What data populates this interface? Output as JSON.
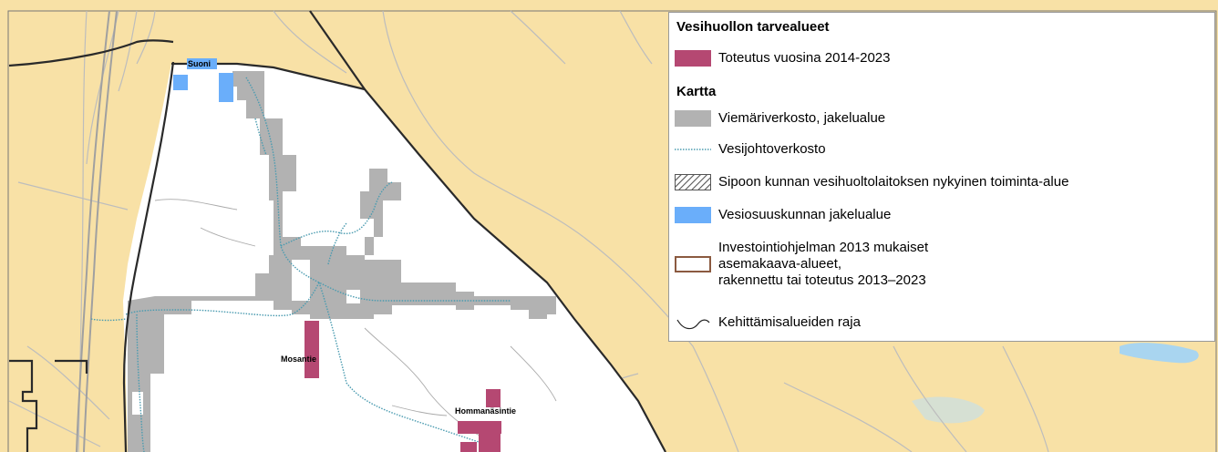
{
  "map": {
    "place_labels": {
      "suoni": "Suoni",
      "mosantie": "Mosantie",
      "hommanasintie": "Hommanäsintie"
    },
    "colors": {
      "background": "#f8e1a6",
      "development_area": "#ffffff",
      "sewer_network": "#b2b2b2",
      "water_network": "#4a9bb0",
      "cooperative_area": "#6aaefa",
      "implementation_2014_2023": "#b54872",
      "boundary": "#2a2a2a",
      "water_body": "#a9d5f0",
      "road": "#bdbdbd"
    }
  },
  "legend": {
    "title": "Vesihuollon tarvealueet",
    "items_need": [
      {
        "label": "Toteutus vuosina 2014-2023",
        "icon": "maroon-fill-swatch"
      }
    ],
    "map_title": "Kartta",
    "items_map": [
      {
        "label": "Viemäriverkosto, jakelualue",
        "icon": "grey-fill-swatch"
      },
      {
        "label": "Vesijohtoverkosto",
        "icon": "dotted-blue-line"
      },
      {
        "label": "Sipoon kunnan vesihuoltolaitoksen nykyinen toiminta-alue",
        "icon": "hatched-swatch"
      },
      {
        "label": "Vesiosuuskunnan jakelualue",
        "icon": "blue-fill-swatch"
      },
      {
        "label_lines": [
          "Investointiohjelman 2013 mukaiset",
          "asemakaava-alueet,",
          "rakennettu tai toteutus 2013–2023"
        ],
        "icon": "brown-outline-swatch"
      },
      {
        "label": "Kehittämisalueiden raja",
        "icon": "curve-line"
      }
    ]
  }
}
